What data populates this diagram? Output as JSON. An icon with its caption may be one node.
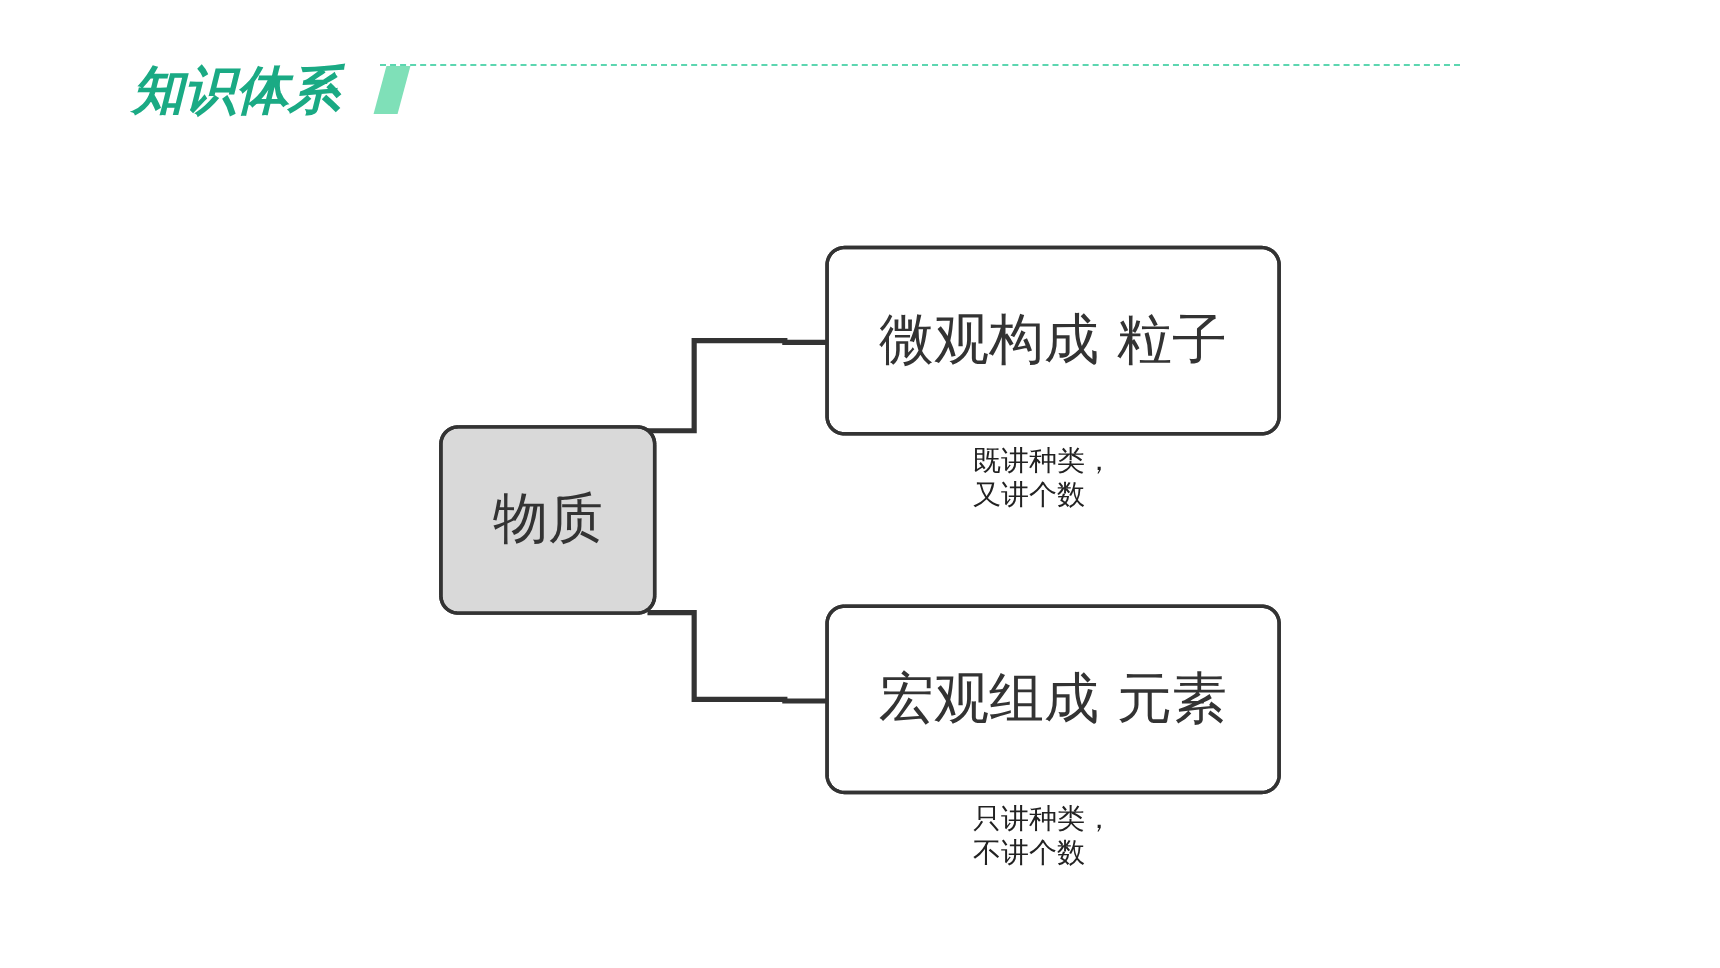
{
  "diagram": {
    "title": "知识体系",
    "nodes": [
      {
        "text": [
          "物质"
        ]
      },
      {
        "text": [
          "微观构成 粒子"
        ],
        "beside": [
          "既讲种类，又讲个数"
        ]
      },
      {
        "text": [
          "宏观组成 元素"
        ],
        "beside": [
          "只讲种类，不讲个数"
        ]
      }
    ],
    "edges": [
      {
        "from": 0,
        "to": 1,
        "arrow": "none"
      },
      {
        "from": 0,
        "to": 2,
        "arrow": "none"
      }
    ]
  }
}
